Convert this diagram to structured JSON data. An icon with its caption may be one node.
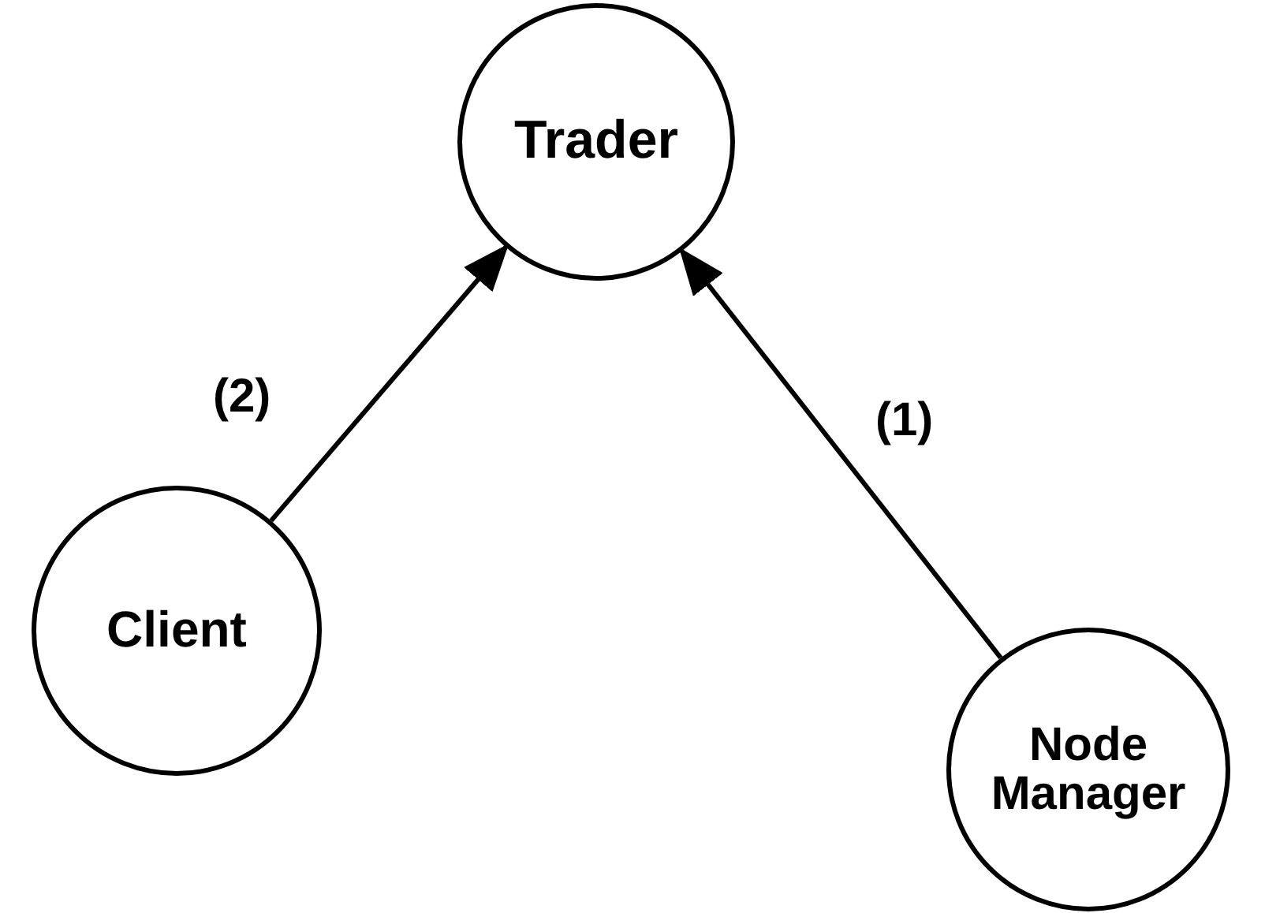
{
  "diagram": {
    "nodes": [
      {
        "text": [
          "Trader"
        ]
      },
      {
        "text": [
          "Client"
        ]
      },
      {
        "text": [
          "Node Manager"
        ]
      }
    ],
    "edges": [
      {
        "from": 1,
        "to": 0,
        "arrow": "to",
        "label": "(2)"
      },
      {
        "from": 2,
        "to": 0,
        "arrow": "to",
        "label": "(1)"
      }
    ]
  }
}
